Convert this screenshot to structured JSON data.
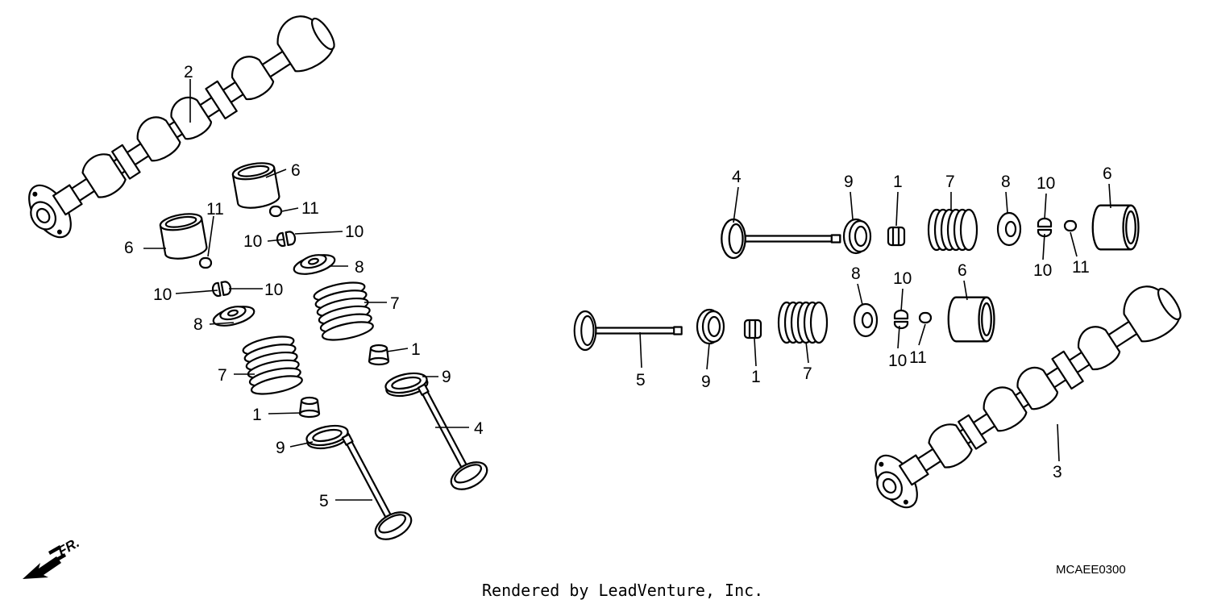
{
  "diagram_code": "MCAEE0300",
  "credit": "Rendered by LeadVenture, Inc.",
  "front_marker": {
    "label": "FR.",
    "icon": "front-arrow-icon"
  },
  "callouts": [
    {
      "id": "c2",
      "text": "2",
      "part": "camshaft-left"
    },
    {
      "id": "c6a",
      "text": "6",
      "part": "lifter-left-upper"
    },
    {
      "id": "c11a",
      "text": "11",
      "part": "shim-left-upper"
    },
    {
      "id": "c11b",
      "text": "11",
      "part": "shim-left-lower"
    },
    {
      "id": "c6b",
      "text": "6",
      "part": "lifter-left-lower"
    },
    {
      "id": "c10a",
      "text": "10",
      "part": "cotter"
    },
    {
      "id": "c10b",
      "text": "10",
      "part": "cotter"
    },
    {
      "id": "c8a",
      "text": "8",
      "part": "retainer"
    },
    {
      "id": "c10c",
      "text": "10",
      "part": "cotter"
    },
    {
      "id": "c10d",
      "text": "10",
      "part": "cotter"
    },
    {
      "id": "c7a",
      "text": "7",
      "part": "spring"
    },
    {
      "id": "c8b",
      "text": "8",
      "part": "retainer"
    },
    {
      "id": "c1a",
      "text": "1",
      "part": "stem-seal"
    },
    {
      "id": "c7b",
      "text": "7",
      "part": "spring"
    },
    {
      "id": "c9a",
      "text": "9",
      "part": "spring-seat"
    },
    {
      "id": "c1b",
      "text": "1",
      "part": "stem-seal"
    },
    {
      "id": "c4a",
      "text": "4",
      "part": "valve-in"
    },
    {
      "id": "c9b",
      "text": "9",
      "part": "spring-seat"
    },
    {
      "id": "c5a",
      "text": "5",
      "part": "valve-ex"
    },
    {
      "id": "c4b",
      "text": "4",
      "part": "valve-in"
    },
    {
      "id": "c9c",
      "text": "9",
      "part": "spring-seat"
    },
    {
      "id": "c1c",
      "text": "1",
      "part": "stem-seal"
    },
    {
      "id": "c7c",
      "text": "7",
      "part": "spring"
    },
    {
      "id": "c8c",
      "text": "8",
      "part": "retainer"
    },
    {
      "id": "c10e",
      "text": "10",
      "part": "cotter"
    },
    {
      "id": "c10f",
      "text": "10",
      "part": "cotter"
    },
    {
      "id": "c11c",
      "text": "11",
      "part": "shim"
    },
    {
      "id": "c6c",
      "text": "6",
      "part": "lifter"
    },
    {
      "id": "c8d",
      "text": "8",
      "part": "retainer"
    },
    {
      "id": "c10g",
      "text": "10",
      "part": "cotter"
    },
    {
      "id": "c6d",
      "text": "6",
      "part": "lifter"
    },
    {
      "id": "c5b",
      "text": "5",
      "part": "valve-ex"
    },
    {
      "id": "c9d",
      "text": "9",
      "part": "spring-seat"
    },
    {
      "id": "c1d",
      "text": "1",
      "part": "stem-seal"
    },
    {
      "id": "c7d",
      "text": "7",
      "part": "spring"
    },
    {
      "id": "c10h",
      "text": "10",
      "part": "cotter"
    },
    {
      "id": "c11d",
      "text": "11",
      "part": "shim"
    },
    {
      "id": "c3",
      "text": "3",
      "part": "camshaft-right"
    }
  ]
}
